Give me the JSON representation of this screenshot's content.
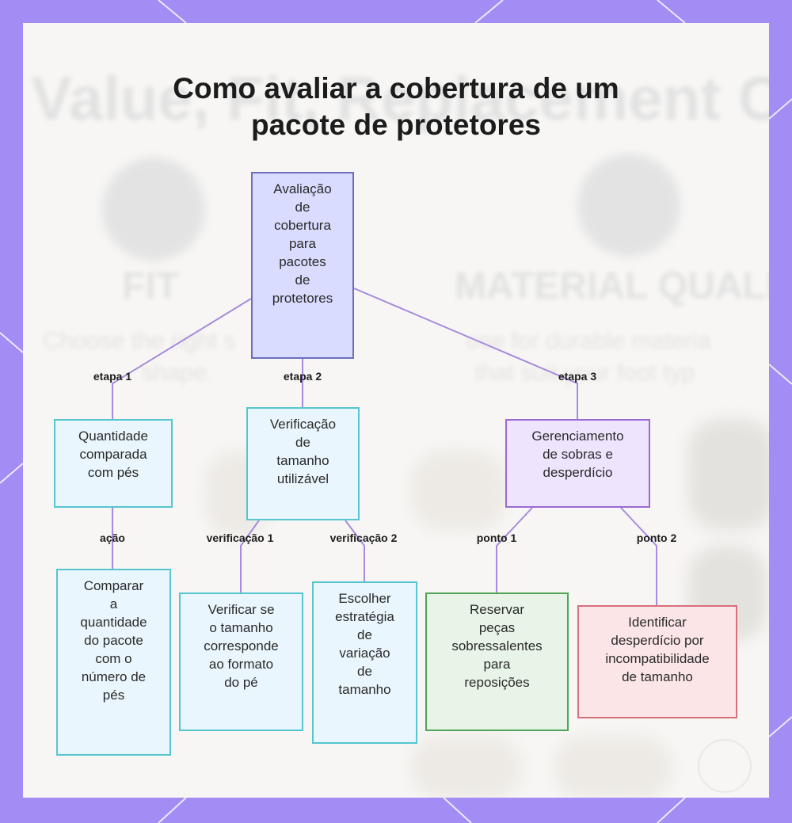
{
  "title_lines": [
    "Como avaliar a cobertura de um",
    "pacote de protetores"
  ],
  "background_text": {
    "heading": "Value, Fit, Replacement Co",
    "fit": "FIT",
    "material": "MATERIAL QUALI",
    "left_line_1": "Choose the right s",
    "left_line_2": "shape.",
    "right_line_1": "ose for durable materia",
    "right_line_2": "that suit your foot typ"
  },
  "nodes": {
    "root": [
      "Avaliação",
      "de",
      "cobertura",
      "para",
      "pacotes",
      "de",
      "protetores"
    ],
    "step1": [
      "Quantidade",
      "comparada",
      "com pés"
    ],
    "step2": [
      "Verificação",
      "de",
      "tamanho",
      "utilizável"
    ],
    "step3": [
      "Gerenciamento",
      "de sobras e",
      "desperdício"
    ],
    "compare": [
      "Comparar",
      "a",
      "quantidade",
      "do pacote",
      "com o",
      "número de",
      "pés"
    ],
    "verify": [
      "Verificar se",
      "o tamanho",
      "corresponde",
      "ao formato",
      "do pé"
    ],
    "choose": [
      "Escolher",
      "estratégia",
      "de",
      "variação",
      "de",
      "tamanho"
    ],
    "reserve": [
      "Reservar",
      "peças",
      "sobressalentes",
      "para",
      "reposições"
    ],
    "identify": [
      "Identificar",
      "desperdício por",
      "incompatibilidade",
      "de tamanho"
    ]
  },
  "edge_labels": {
    "etapa1": "etapa 1",
    "etapa2": "etapa 2",
    "etapa3": "etapa 3",
    "acao": "ação",
    "verificacao1": "verificação 1",
    "verificacao2": "verificação 2",
    "ponto1": "ponto 1",
    "ponto2": "ponto 2"
  },
  "colors": {
    "edge": "#a78bdc",
    "root_fill": "#d9dcfe",
    "cyan_fill": "#eaf6fd",
    "purple_fill": "#efe4fd",
    "green_fill": "#e7f4e7",
    "red_fill": "#fbe5e7"
  }
}
